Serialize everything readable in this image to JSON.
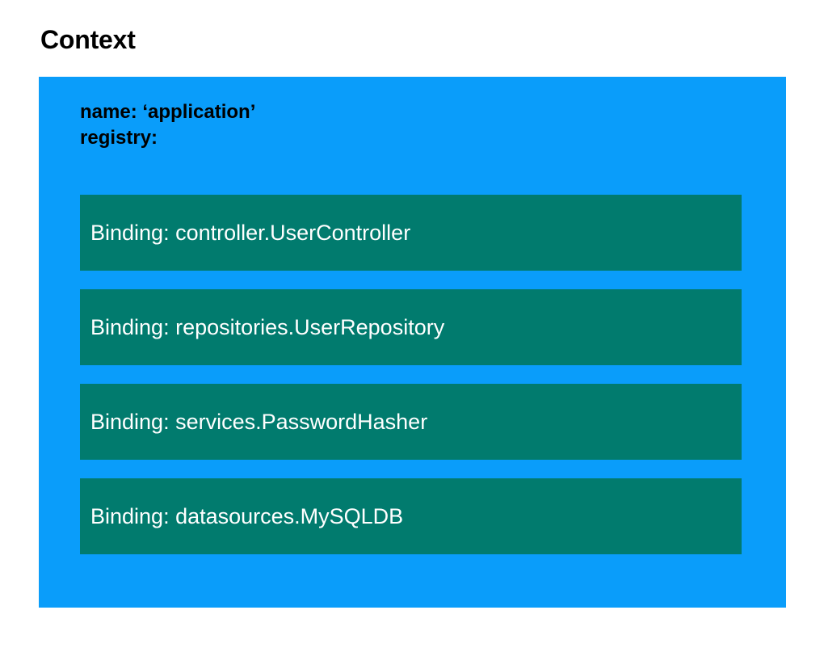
{
  "page": {
    "title": "Context",
    "background_color": "#ffffff"
  },
  "context_box": {
    "background_color": "#0a9dfa",
    "name_line": "name: ‘application’",
    "registry_line": "registry:",
    "bindings": [
      {
        "label": "Binding: controller.UserController"
      },
      {
        "label": "Binding: repositories.UserRepository"
      },
      {
        "label": "Binding: services.PasswordHasher"
      },
      {
        "label": "Binding: datasources.MySQLDB"
      }
    ],
    "binding_color": "#017b6e",
    "binding_text_color": "#ffffff"
  }
}
